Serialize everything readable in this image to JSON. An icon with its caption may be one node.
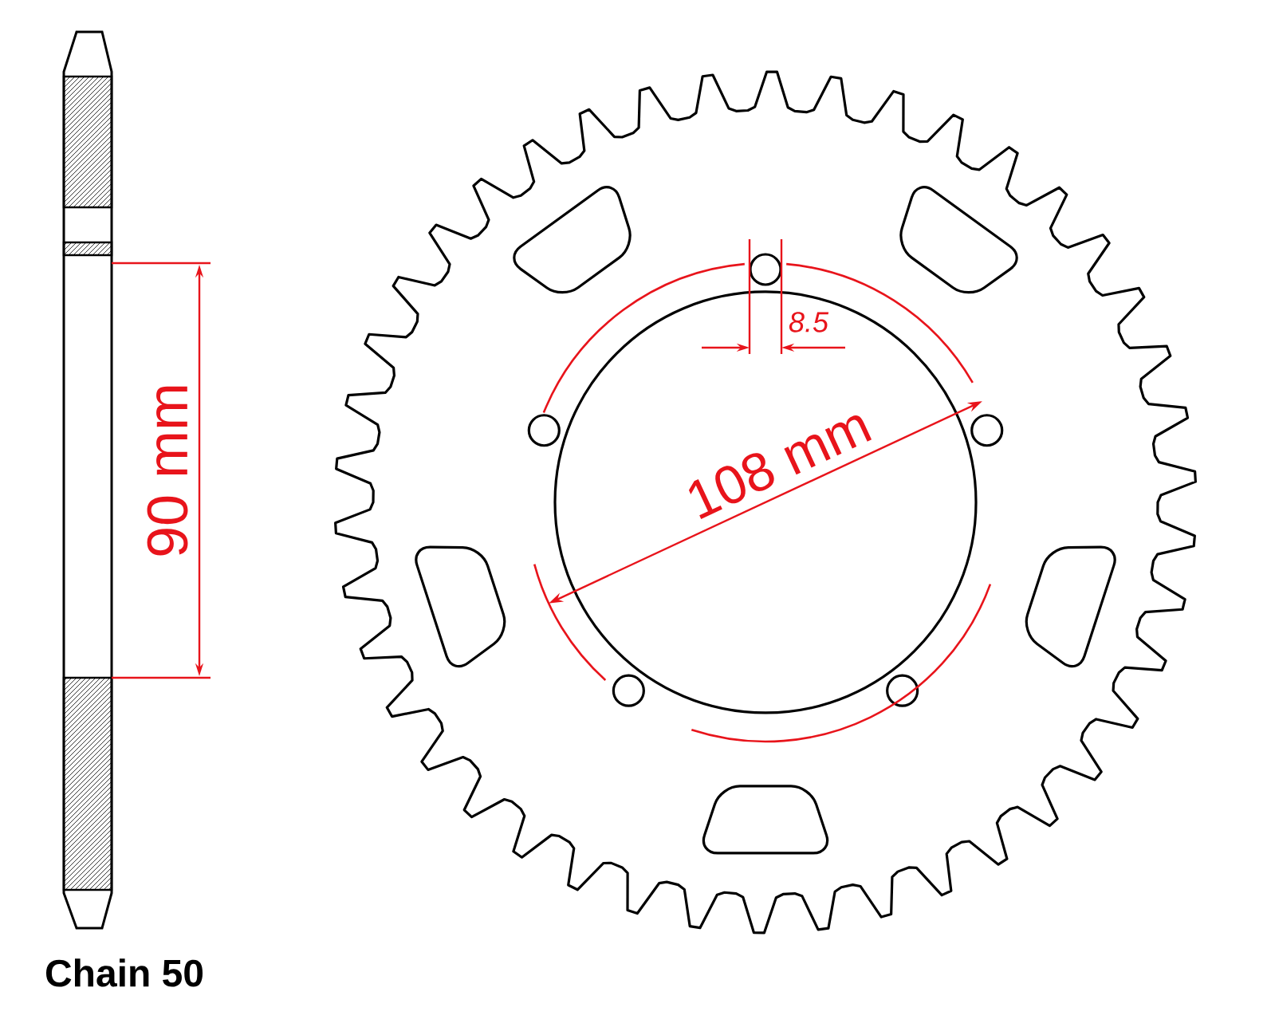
{
  "diagram": {
    "labels": [
      "90 mm",
      "8.5",
      "108 mm",
      "Chain 50"
    ]
  }
}
